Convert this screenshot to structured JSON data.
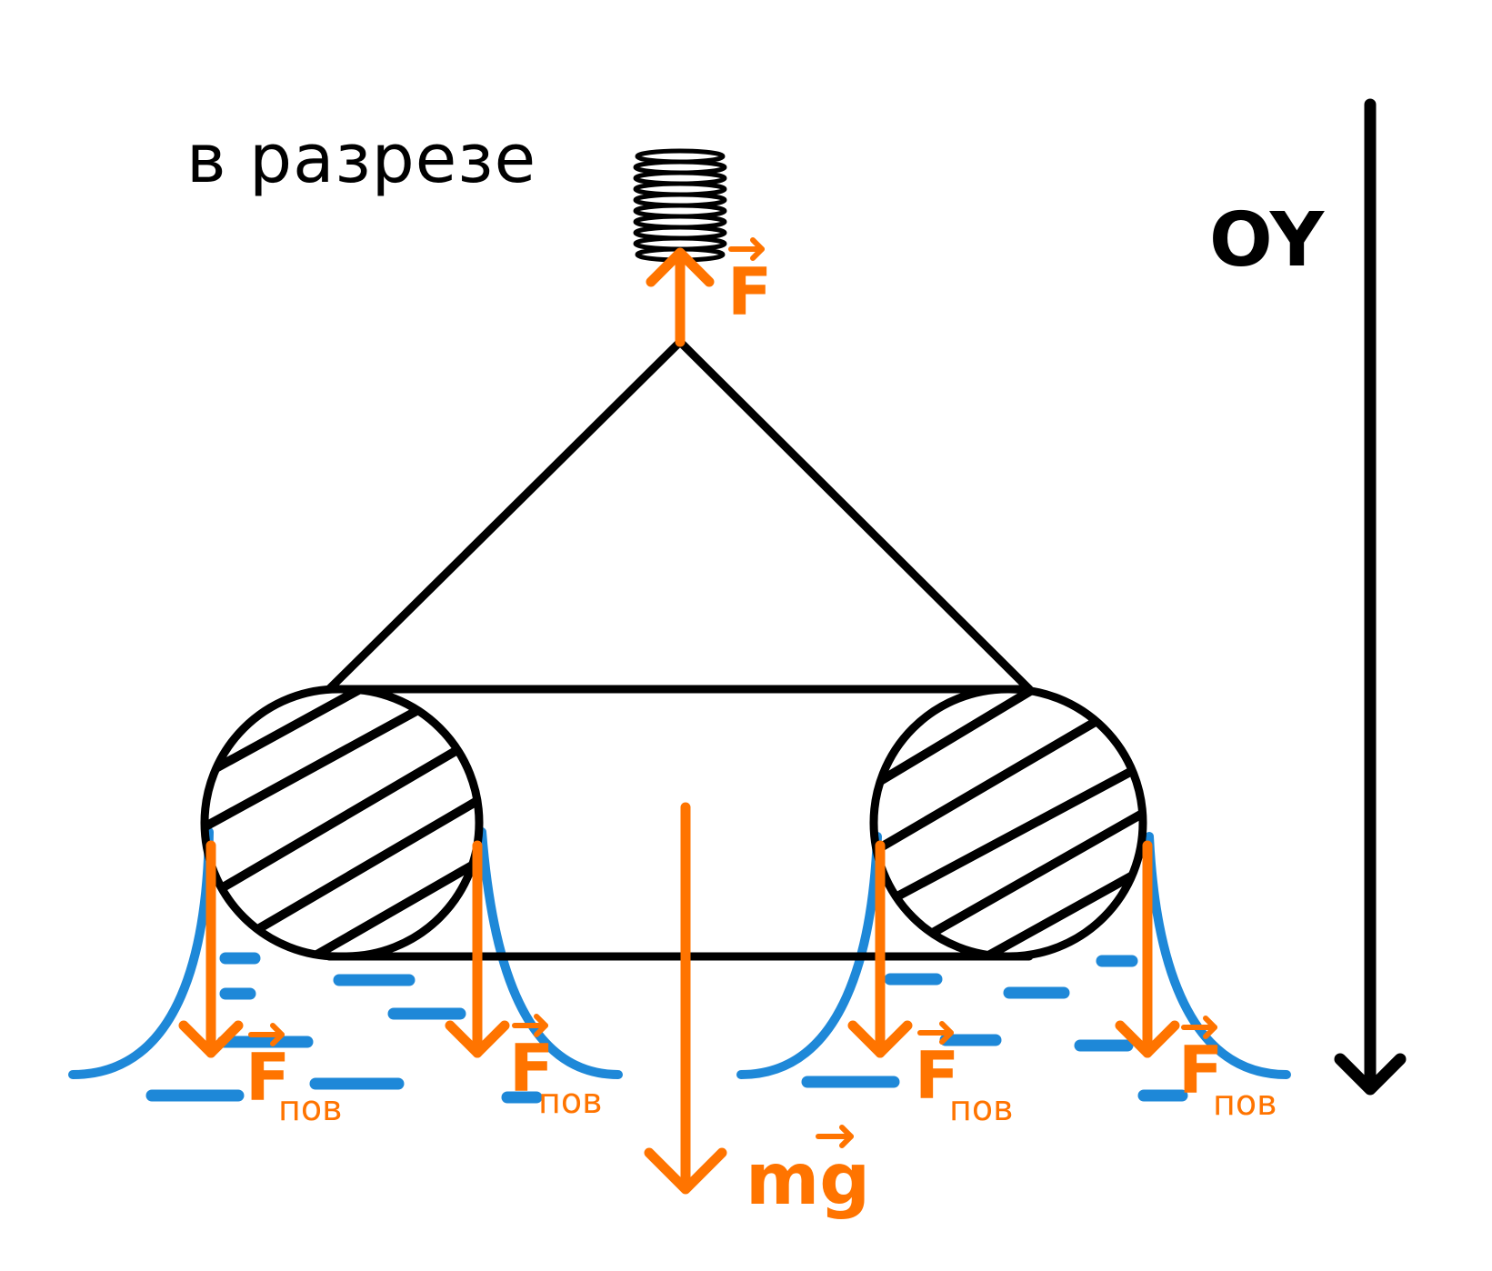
{
  "caption": "в разрезе",
  "axis": {
    "label": "OY"
  },
  "forces": {
    "spring_force": "F",
    "surface_force": "F",
    "surface_subscript": "пов",
    "gravity": "mg"
  },
  "colors": {
    "force": "#ff7400",
    "water": "#1e88d8",
    "outline": "#000000"
  }
}
